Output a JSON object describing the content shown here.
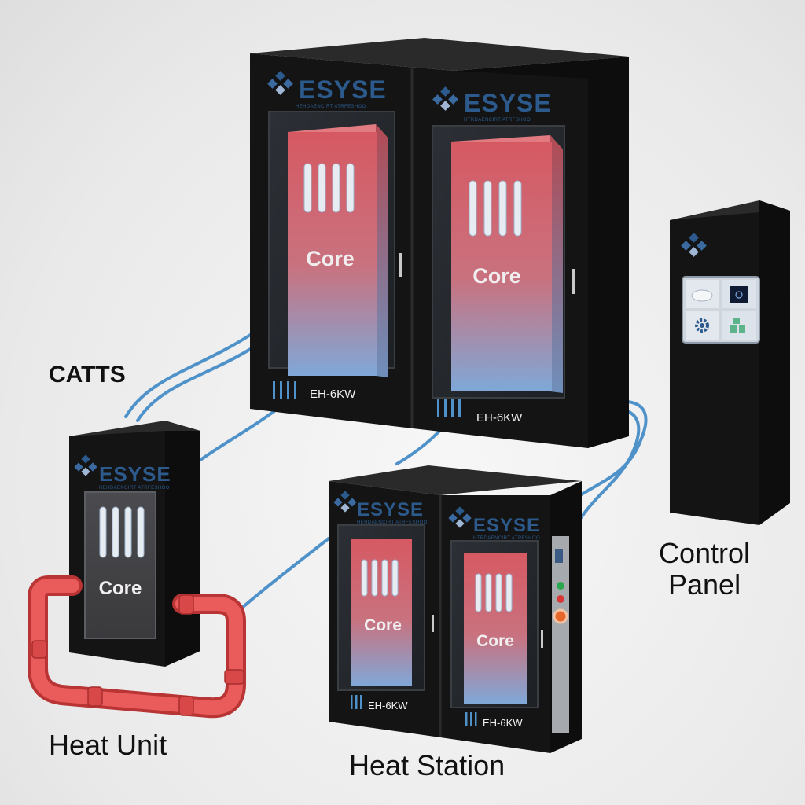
{
  "colors": {
    "cabinet": "#141414",
    "pipe_blue": "#4f92c9",
    "pipe_red": "#e8504f",
    "brand_blue": "#2c5a8c",
    "core_top": "#d95a63",
    "core_bottom": "#7ea7d6"
  },
  "labels": {
    "catts": "CATTS",
    "heat_unit": "Heat Unit",
    "heat_station": "Heat Station",
    "control_panel_line1": "Control",
    "control_panel_line2": "Panel"
  },
  "cabinet_text": {
    "brand": "ESYSE",
    "core": "Core",
    "model": "EH-6KW",
    "tagline_a": "HEHDAENCIRT ATRFESHOO",
    "tagline_b": "HTRDAENCIRT ATRFSHOO"
  },
  "control_panel": {
    "icons": [
      "cloud-icon",
      "power-icon",
      "gear-icon",
      "grid-icon"
    ]
  }
}
